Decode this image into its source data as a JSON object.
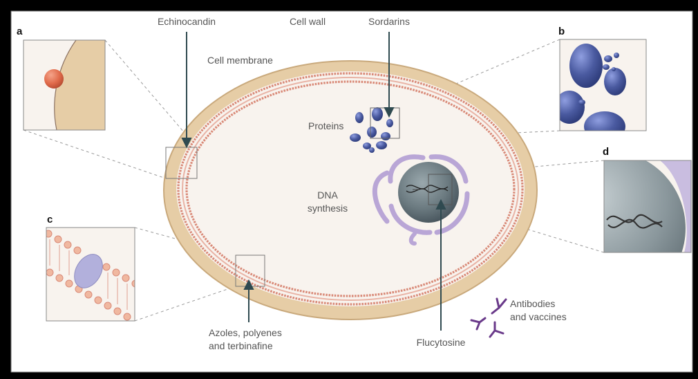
{
  "panels": {
    "a": "a",
    "b": "b",
    "c": "c",
    "d": "d"
  },
  "labels": {
    "echinocandin": "Echinocandin",
    "cell_wall": "Cell wall",
    "sordarins": "Sordarins",
    "cell_membrane": "Cell membrane",
    "proteins": "Proteins",
    "dna_line1": "DNA",
    "dna_line2": "synthesis",
    "azoles_line1": "Azoles, polyenes",
    "azoles_line2": "and terbinafine",
    "flucytosine": "Flucytosine",
    "antibodies_line1": "Antibodies",
    "antibodies_line2": "and vaccines"
  },
  "colors": {
    "background": "#ffffff",
    "cell_wall": "#e6cda6",
    "cytoplasm": "#f8f3ee",
    "membrane": "#d98a78",
    "protein": "#4a5aa0",
    "nucleus": "#6b7a80",
    "er": "#b9a6d6",
    "antibody": "#6a3a8a",
    "arrow": "#2f4a50"
  }
}
